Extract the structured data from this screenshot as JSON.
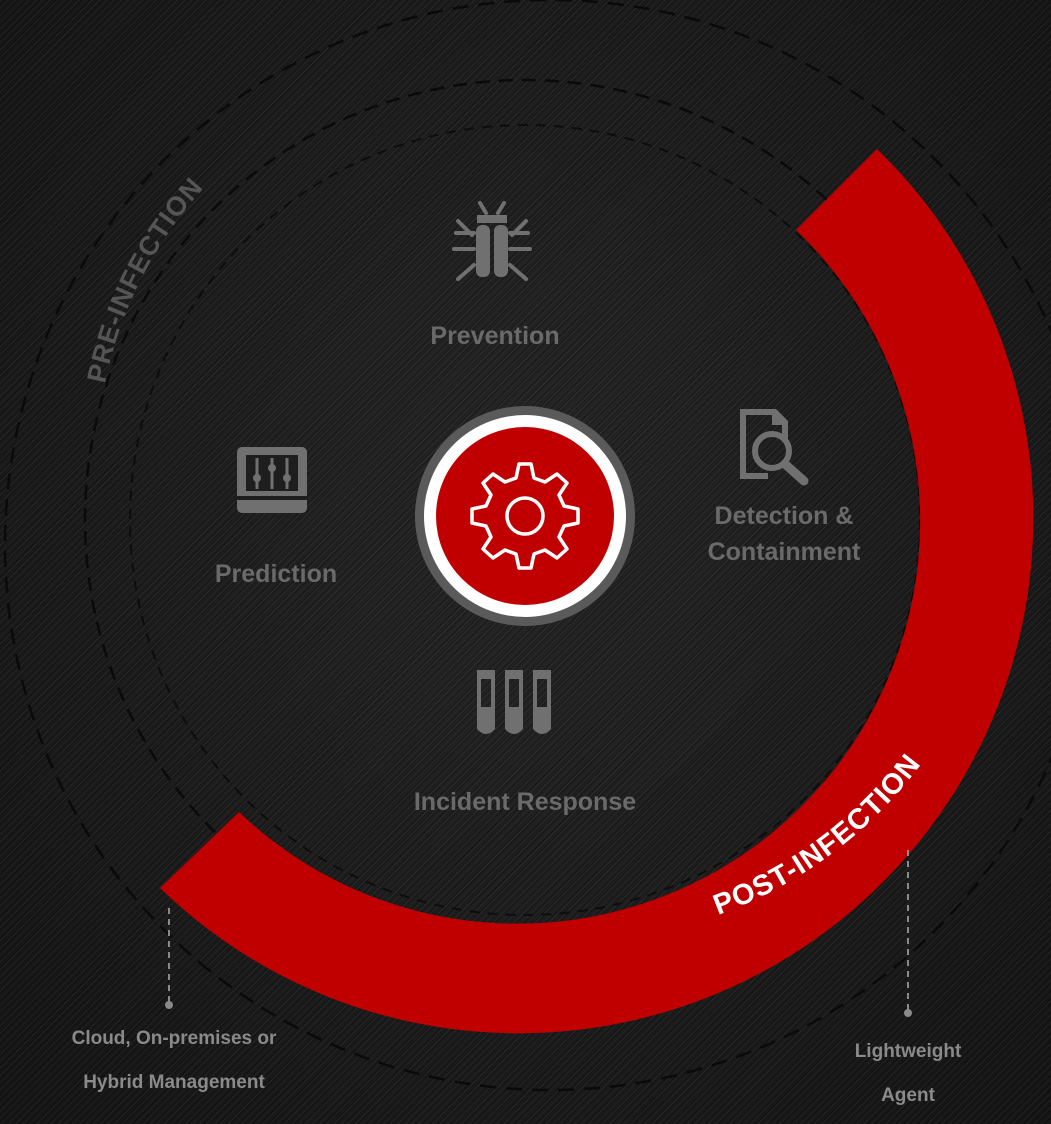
{
  "arc_labels": {
    "pre_infection": "PRE-INFECTION",
    "post_infection": "POST-INFECTION"
  },
  "phases": {
    "prevention": {
      "label": "Prevention",
      "icon": "bug-icon"
    },
    "prediction": {
      "label": "Prediction",
      "icon": "sliders-icon"
    },
    "detection": {
      "line1": "Detection &",
      "line2": "Containment",
      "icon": "document-search-icon"
    },
    "incident_response": {
      "label": "Incident Response",
      "icon": "vials-icon"
    }
  },
  "center": {
    "icon": "gear-icon"
  },
  "callouts": {
    "management": {
      "line1": "Cloud, On-premises or",
      "line2": "Hybrid Management"
    },
    "agent": {
      "line1": "Lightweight",
      "line2": "Agent"
    }
  },
  "colors": {
    "accent_red": "#c00000",
    "ring_gray": "#5a5a5a",
    "label_gray": "#6a6a6a",
    "footer_gray": "#8a8a8a",
    "icon_gray": "#707070",
    "white": "#ffffff"
  }
}
